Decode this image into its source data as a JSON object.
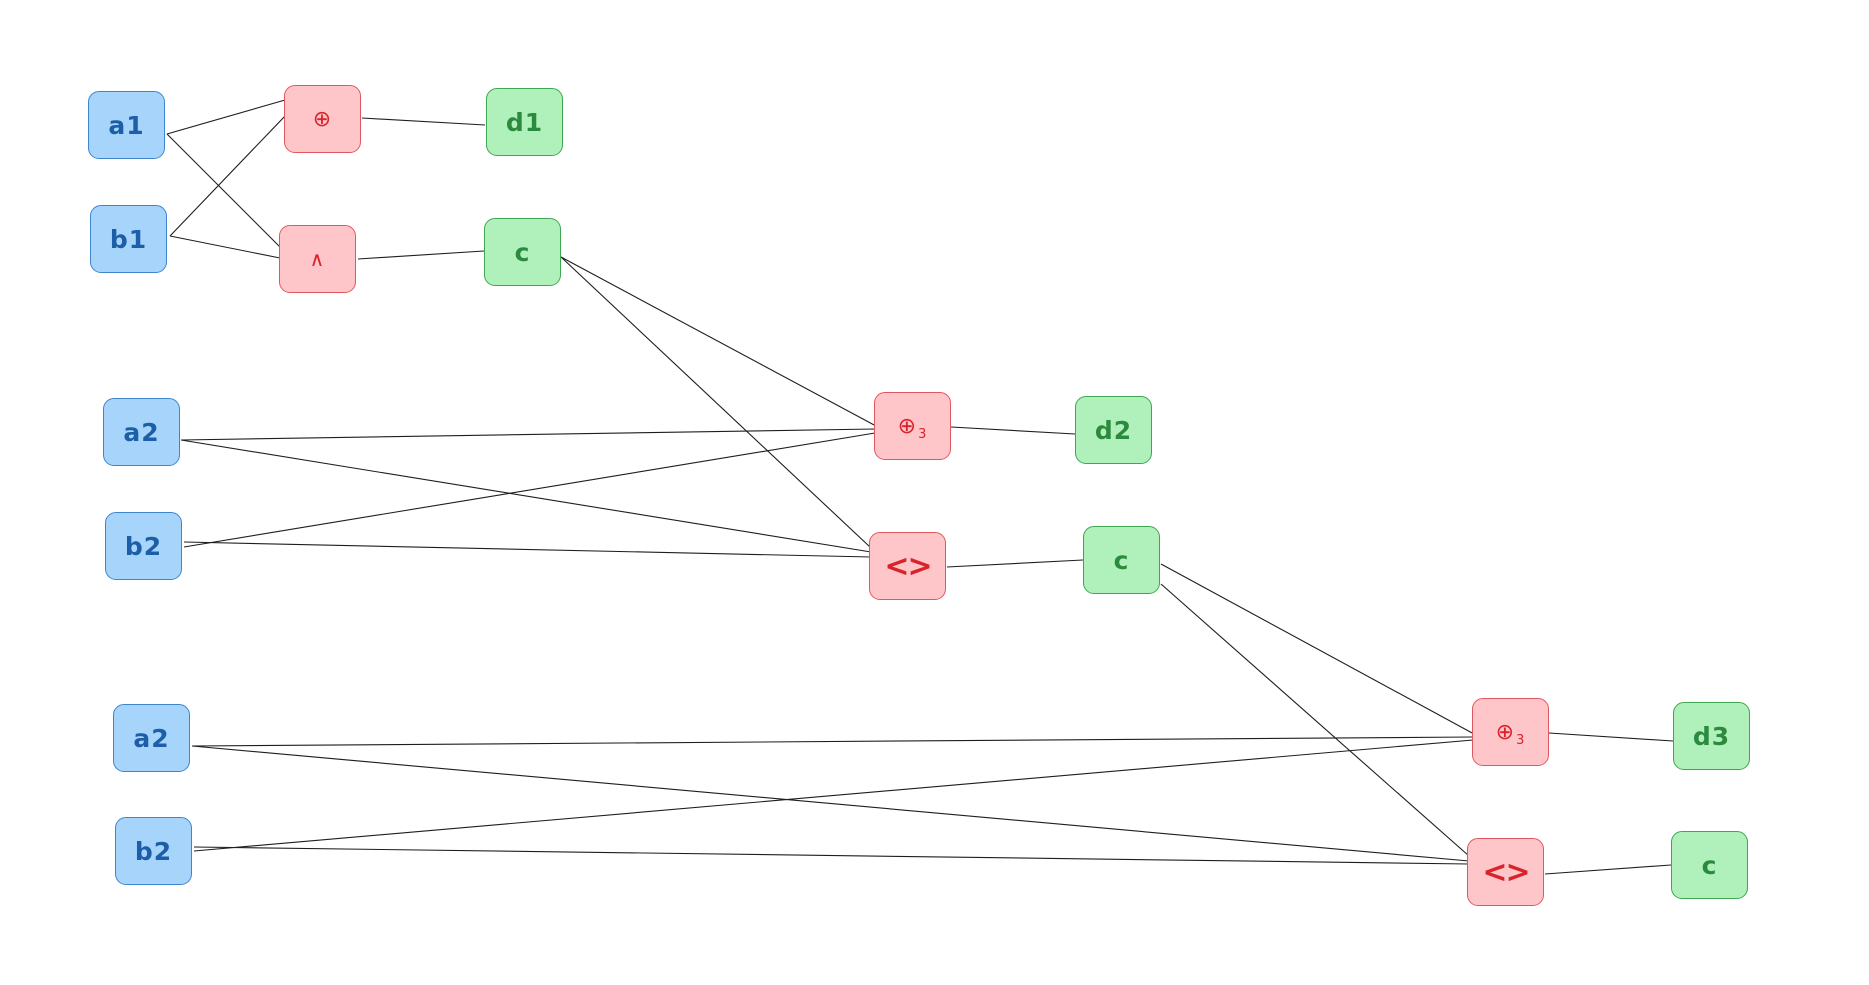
{
  "inputs": {
    "a1": "a1",
    "b1": "b1",
    "a2_mid": "a2",
    "b2_mid": "b2",
    "a2_low": "a2",
    "b2_low": "b2"
  },
  "gates": {
    "xor_1": "⊕",
    "and_1": "∧",
    "xor3_2": "⊕",
    "xor3_2_sub": "3",
    "maj_2": "<>",
    "xor3_3": "⊕",
    "xor3_3_sub": "3",
    "maj_3": "<>"
  },
  "outputs": {
    "d1": "d1",
    "c1": "c",
    "d2": "d2",
    "c2": "c",
    "d3": "d3",
    "c3": "c"
  },
  "colors": {
    "input_fill": "#a6d4fb",
    "gate_fill": "#ffc6c9",
    "output_fill": "#b0f0ba",
    "edge": "#1e1e1e"
  }
}
